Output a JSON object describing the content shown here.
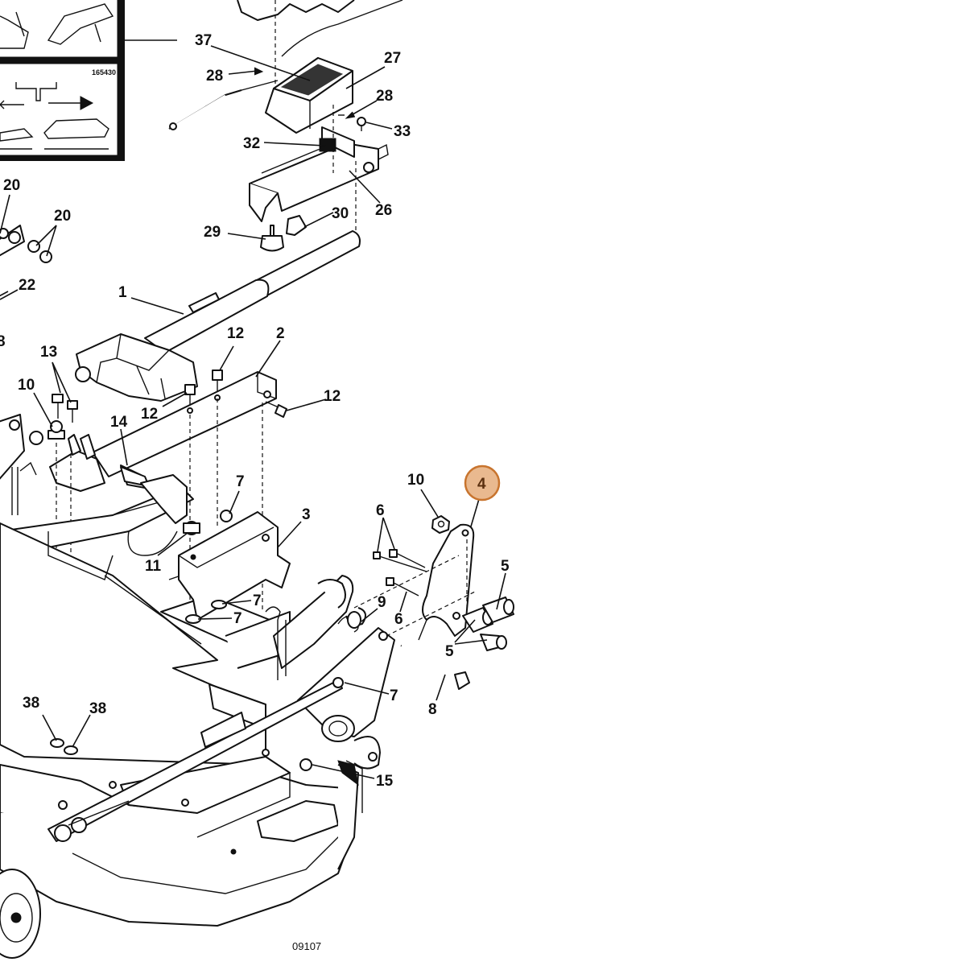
{
  "decal": {
    "part_number": "165430"
  },
  "drawing_number": "09107",
  "highlight_color": "#E9B98F",
  "highlight_stroke": "#C8742E",
  "callouts": {
    "c37": "37",
    "c27": "27",
    "c28a": "28",
    "c28b": "28",
    "c33": "33",
    "c32": "32",
    "c26": "26",
    "c30": "30",
    "c29": "29",
    "c20a": "20",
    "c20b": "20",
    "c22": "22",
    "c18": "8",
    "c1": "1",
    "c2": "2",
    "c12a": "12",
    "c12b": "12",
    "c12c": "12",
    "c13": "13",
    "c10a": "10",
    "c14": "14",
    "c7a": "7",
    "c3": "3",
    "c11": "11",
    "c7b": "7",
    "c7c": "7",
    "c10b": "10",
    "c6a": "6",
    "c4": "4",
    "c5a": "5",
    "c9": "9",
    "c6b": "6",
    "c5b": "5",
    "c7d": "7",
    "c8": "8",
    "c38a": "38",
    "c38b": "38",
    "c15": "15"
  }
}
